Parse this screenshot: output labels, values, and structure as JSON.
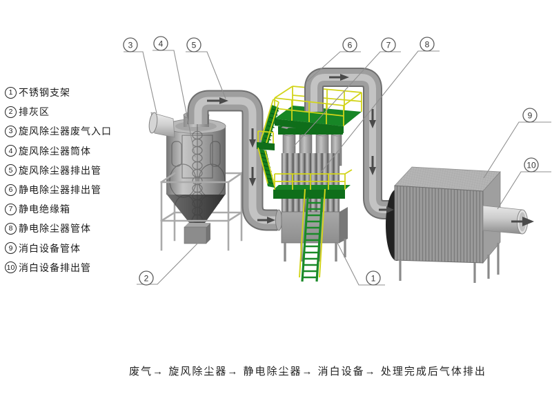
{
  "page": {
    "background": "#ffffff"
  },
  "legend": {
    "items": [
      {
        "num": "1",
        "label": "不锈钢支架"
      },
      {
        "num": "2",
        "label": "排灰区"
      },
      {
        "num": "3",
        "label": "旋风除尘器废气入口"
      },
      {
        "num": "4",
        "label": "旋风除尘器筒体"
      },
      {
        "num": "5",
        "label": "旋风除尘器排出管"
      },
      {
        "num": "6",
        "label": "静电除尘器排出管"
      },
      {
        "num": "7",
        "label": "静电绝缘箱"
      },
      {
        "num": "8",
        "label": "静电除尘器管体"
      },
      {
        "num": "9",
        "label": "消白设备管体"
      },
      {
        "num": "10",
        "label": "消白设备排出管"
      }
    ]
  },
  "flow_caption": "废气→ 旋风除尘器→ 静电除尘器→ 消白设备→ 处理完成后气体排出",
  "callouts": [
    "1",
    "2",
    "3",
    "4",
    "5",
    "6",
    "7",
    "8",
    "9",
    "10"
  ],
  "colors": {
    "background": "#ffffff",
    "pipe_gray": "#9e9e9e",
    "pipe_highlight": "#c9c9c9",
    "pipe_outline": "#6f6f6f",
    "platform_green": "#15801f",
    "platform_green_dark": "#0f6e1a",
    "platform_green_top": "#178626",
    "railing_yellow": "#d2d41a",
    "equipment_dark": "#3a3a3a",
    "text_color": "#1a1a1a",
    "arrow_gray": "#4a4a4a",
    "leader_line": "#8f8f8f"
  }
}
